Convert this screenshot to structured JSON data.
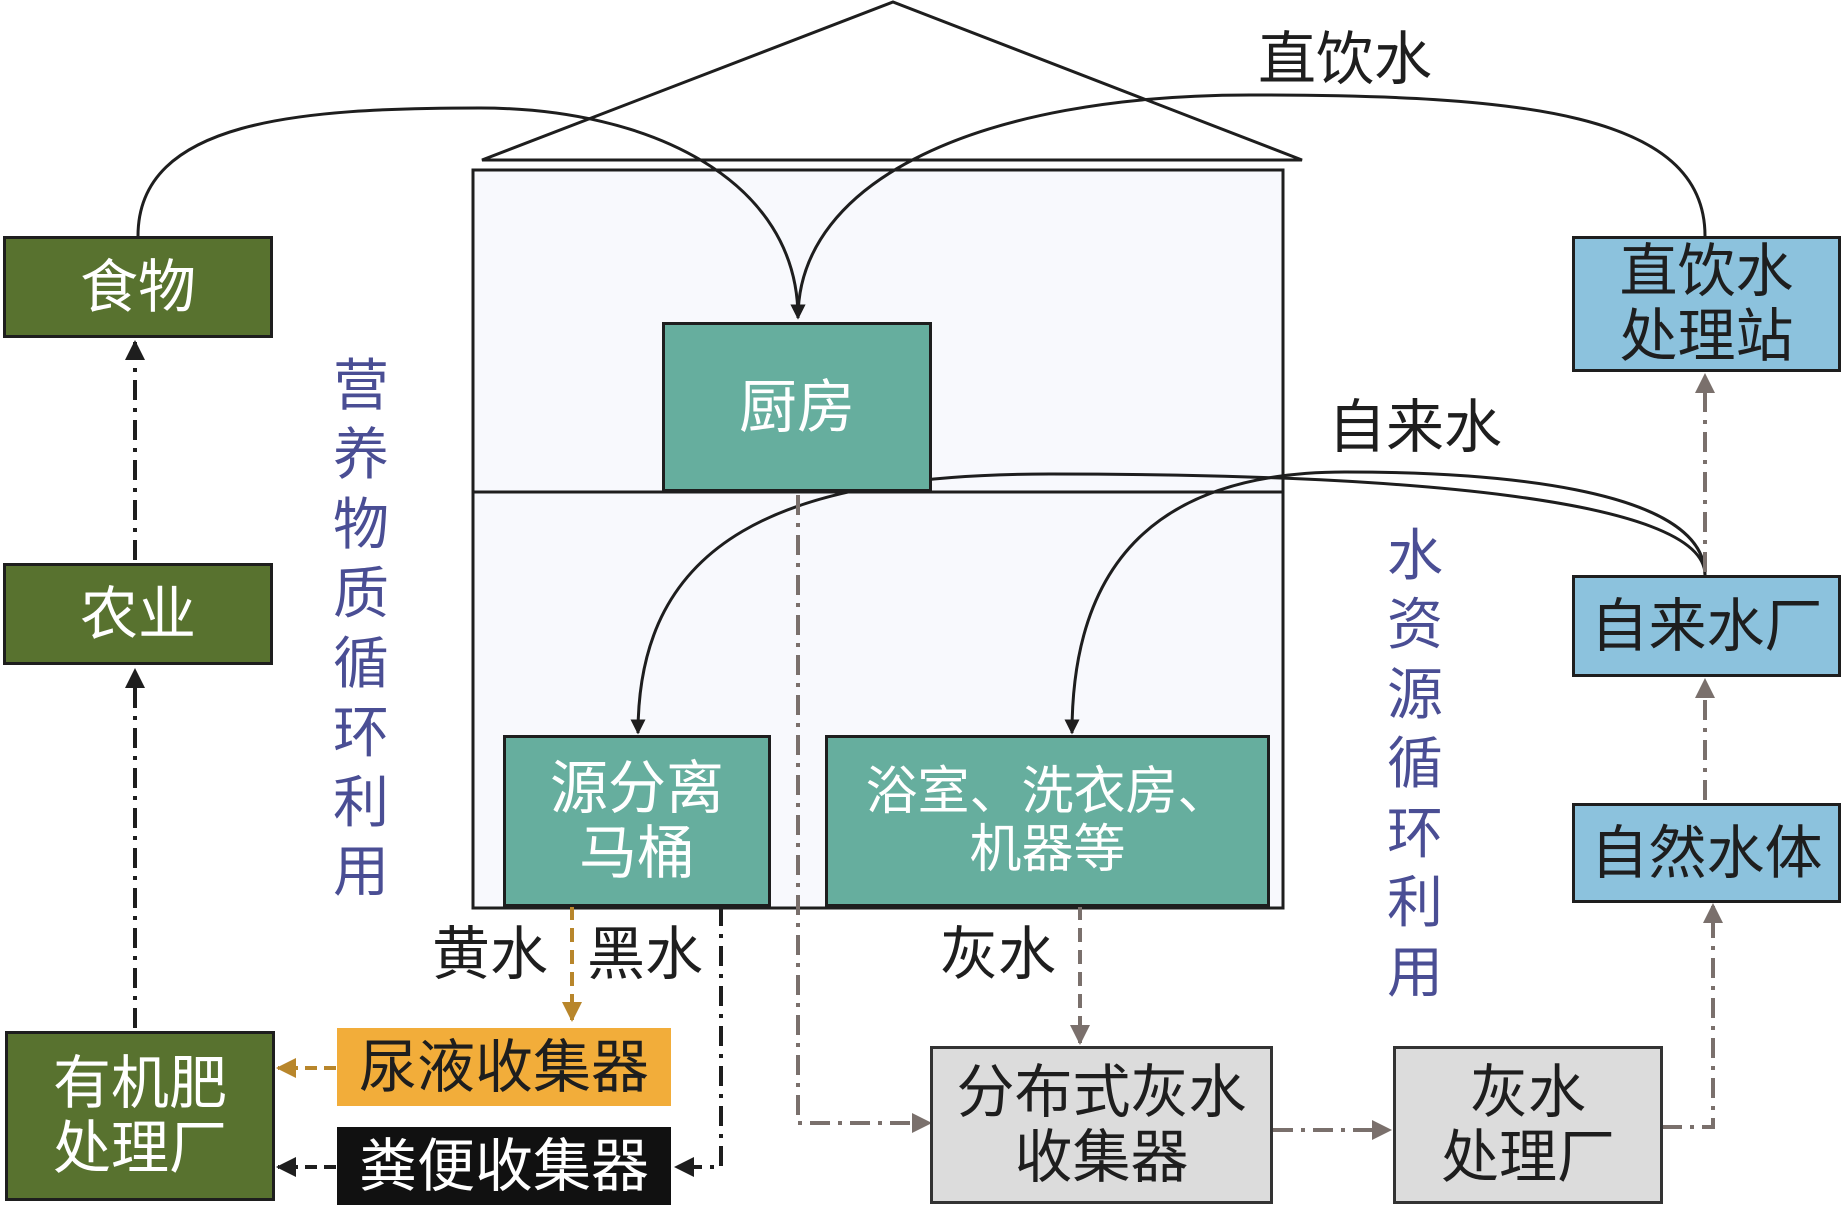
{
  "boxes": {
    "food": "食物",
    "agriculture": "农业",
    "fertilizer_plant": [
      "有机肥",
      "处理厂"
    ],
    "kitchen": "厨房",
    "separation_toilet": [
      "源分离",
      "马桶"
    ],
    "bathroom_laundry": [
      "浴室、洗衣房、",
      "机器等"
    ],
    "urine_collector": "尿液收集器",
    "feces_collector": "粪便收集器",
    "distributed_graywater_collector": [
      "分布式灰水",
      "收集器"
    ],
    "graywater_plant": [
      "灰水",
      "处理厂"
    ],
    "direct_drinking_station": [
      "直饮水",
      "处理站"
    ],
    "waterworks": "自来水厂",
    "natural_water": "自然水体"
  },
  "labels": {
    "direct_drinking_water": "直饮水",
    "tap_water": "自来水",
    "yellow_water": "黄水",
    "black_water": "黑水",
    "gray_water": "灰水"
  },
  "cycles": {
    "nutrient": "营养物质循环利用",
    "water": "水资源循环利用"
  },
  "colors": {
    "nutrient_green": "#58722f",
    "teal": "#66ae9e",
    "blue": "#8cc2dd",
    "gray_box": "#dcdcdc",
    "urine_orange": "#f2ad3a",
    "feces_black": "#111111",
    "text_purple": "#4a4e94",
    "gray_arrow": "#7a706c",
    "yellow_arrow": "#b8862b"
  }
}
